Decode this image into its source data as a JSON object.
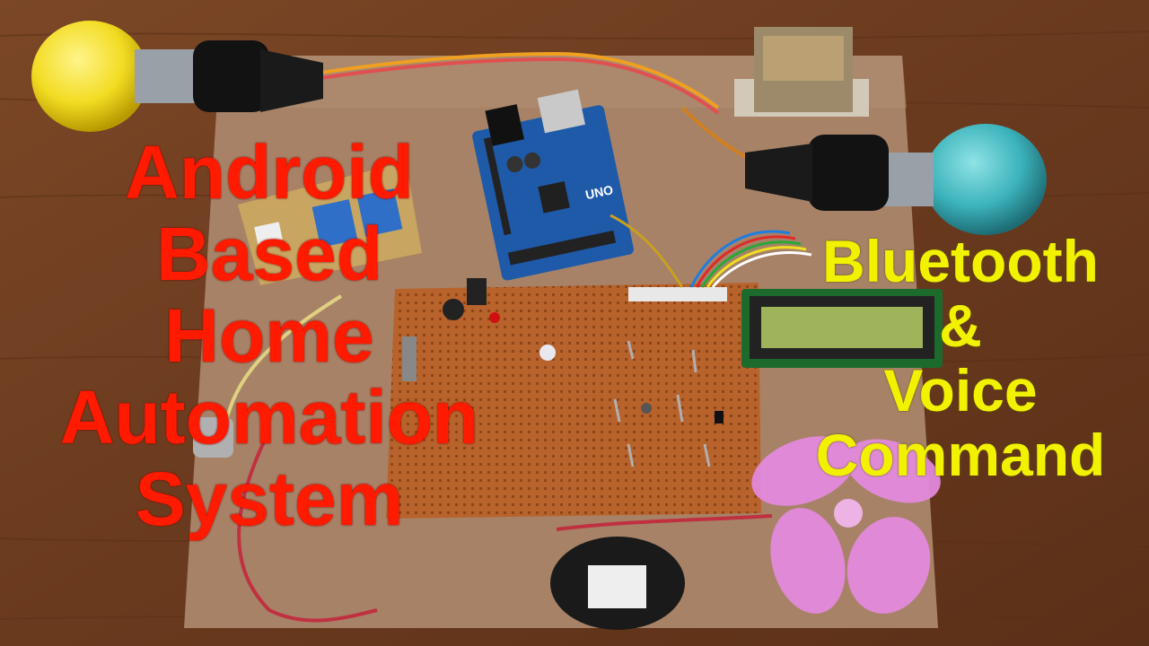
{
  "photo": {
    "subject": "home automation circuit board on wooden table"
  },
  "title_left": {
    "lines": [
      "Android",
      "Based",
      "Home",
      "Automation",
      "System"
    ],
    "color": "#ff1a00"
  },
  "title_right": {
    "lines": [
      "Bluetooth",
      "&",
      "Voice",
      "Command"
    ],
    "color": "#f2f200"
  },
  "board_labels": {
    "arduino_text": "UNO"
  }
}
